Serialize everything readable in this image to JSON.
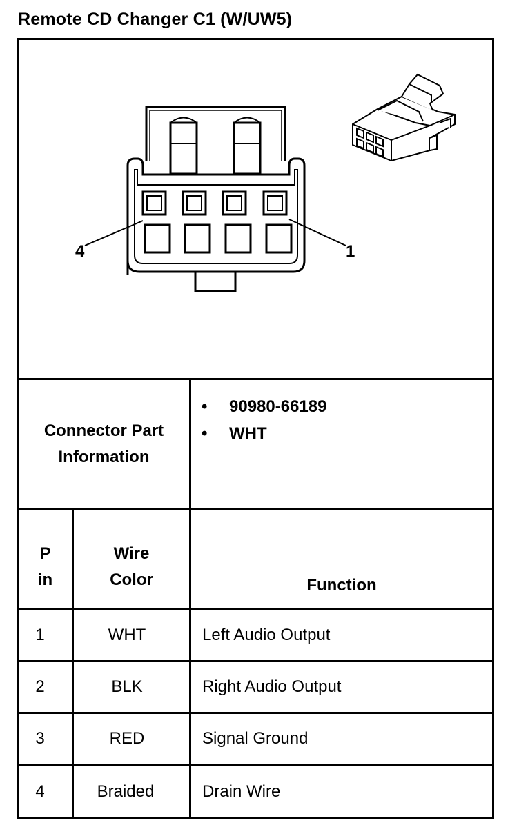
{
  "title": "Remote CD Changer C1 (W/UW5)",
  "diagram": {
    "callout_left": "4",
    "callout_right": "1"
  },
  "connector_info": {
    "label_line1": "Connector Part",
    "label_line2": "Information",
    "items": [
      "90980-66189",
      "WHT"
    ]
  },
  "table": {
    "headers": {
      "pin_line1": "P",
      "pin_line2": "in",
      "wire_line1": "Wire",
      "wire_line2": "Color",
      "function": "Function"
    },
    "rows": [
      {
        "pin": "1",
        "wire": "WHT",
        "function": "Left Audio Output"
      },
      {
        "pin": "2",
        "wire": "BLK",
        "function": "Right Audio Output"
      },
      {
        "pin": "3",
        "wire": "RED",
        "function": "Signal Ground"
      },
      {
        "pin": "4",
        "wire": "Braided",
        "function": "Drain Wire"
      }
    ]
  }
}
